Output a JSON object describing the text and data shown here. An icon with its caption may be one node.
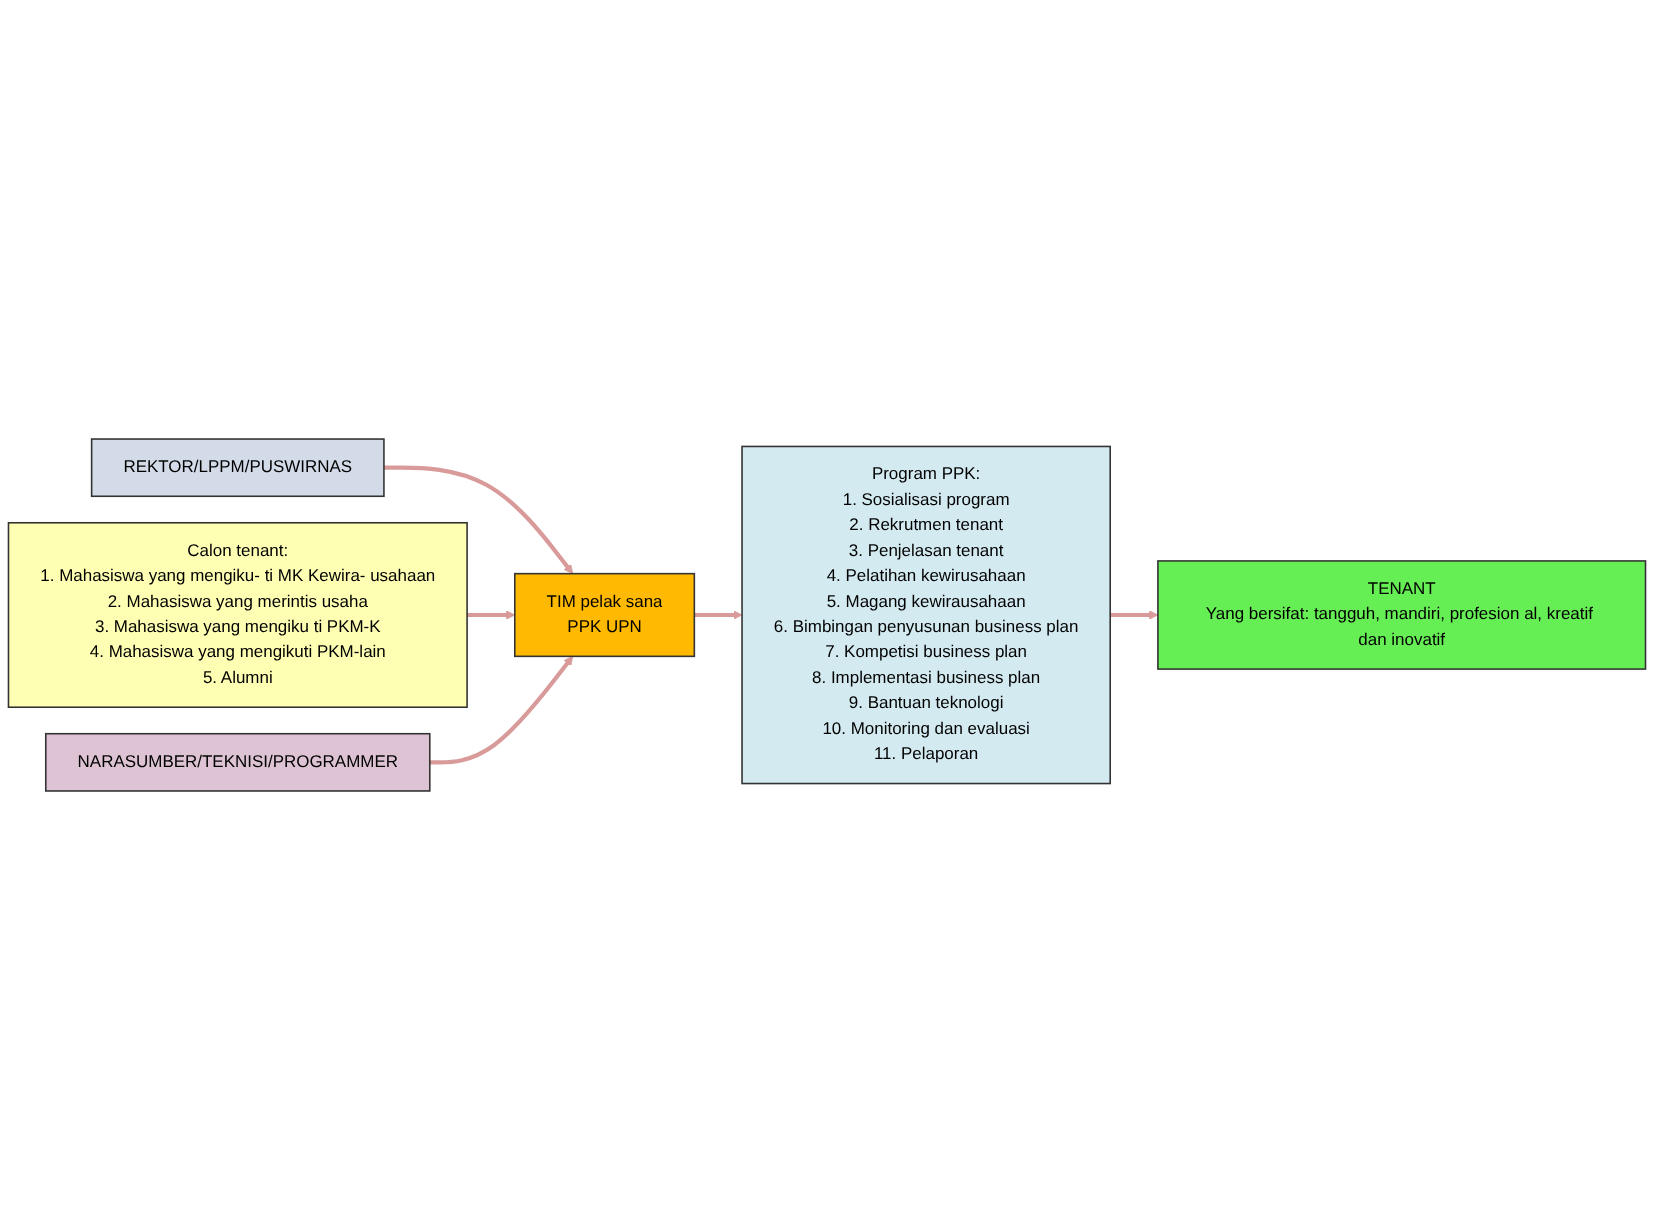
{
  "diagram": {
    "nodes": [
      {
        "text": [
          "REKTOR/LPPM/PUSWIRNAS"
        ]
      },
      {
        "text": [
          "Calon tenant:",
          "1. Mahasiswa yang mengiku- ti MK Kewira- usahaan",
          "2. Mahasiswa yang merintis usaha",
          "3. Mahasiswa yang mengiku ti PKM-K",
          "4. Mahasiswa yang mengikuti PKM-lain",
          "5. Alumni"
        ]
      },
      {
        "text": [
          "TIM pelak sana",
          "PPK UPN"
        ]
      },
      {
        "text": [
          "Program PPK:",
          "1. Sosialisasi program",
          "2. Rekrutmen tenant",
          "3. Penjelasan tenant",
          "4. Pelatihan kewirusahaan",
          "5. Magang kewirausahaan",
          "6. Bimbingan penyusunan business plan",
          "7. Kompetisi business plan",
          "8. Implementasi business plan",
          "9. Bantuan teknologi",
          "10. Monitoring dan evaluasi",
          "11. Pelaporan"
        ]
      },
      {
        "text": [
          "TENANT",
          "Yang bersifat: tangguh, mandiri, profesion al, kreatif dan inovatif"
        ]
      },
      {
        "text": [
          "NARASUMBER/TEKNISI/PROGRAMMER"
        ]
      }
    ],
    "edges": [
      {
        "from": 0,
        "to": 2,
        "arrow": "to"
      },
      {
        "from": 1,
        "to": 2,
        "arrow": "to"
      },
      {
        "from": 2,
        "to": 3,
        "arrow": "to"
      },
      {
        "from": 3,
        "to": 4,
        "arrow": "to"
      },
      {
        "from": 5,
        "to": 2,
        "arrow": "to"
      }
    ]
  }
}
